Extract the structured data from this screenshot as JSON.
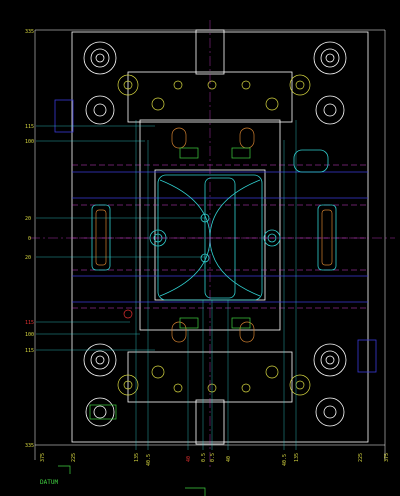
{
  "drawing": {
    "datum_label": "DATUM",
    "colors": {
      "background": "#000000",
      "outline": "#ffffff",
      "cyan": "#30d0d0",
      "yellow": "#d8d840",
      "blue": "#3a3ad8",
      "magenta": "#d040d0",
      "red": "#e03030",
      "green": "#40d040",
      "orange": "#d08030"
    },
    "left_dims": [
      "335",
      "115",
      "100",
      "20",
      "0",
      "20",
      "115",
      "100",
      "115",
      "335"
    ],
    "bottom_dims": [
      "375",
      "225",
      "135",
      "40.5",
      "40",
      "0.5",
      "0.5",
      "40",
      "40.5",
      "135",
      "225",
      "375"
    ]
  }
}
